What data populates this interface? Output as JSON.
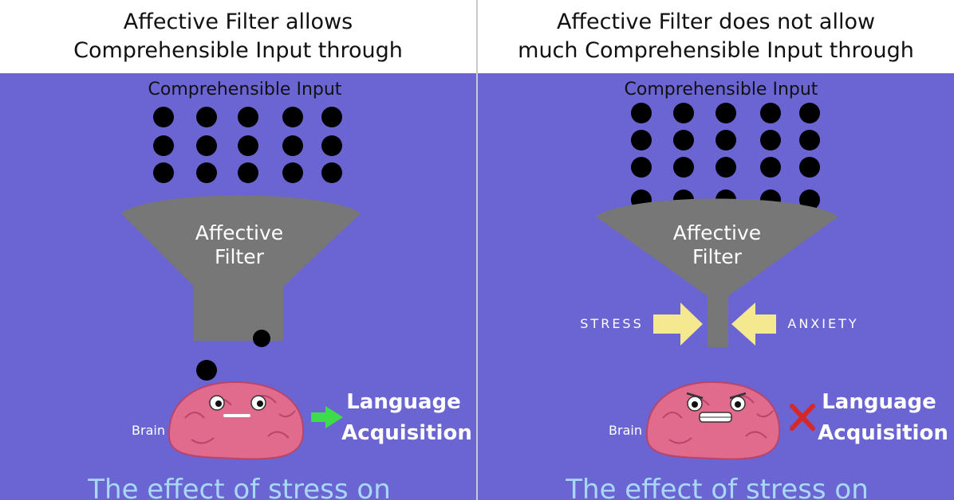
{
  "colors": {
    "background": "#6b64d3",
    "header_bg": "#ffffff",
    "funnel": "#777777",
    "dot": "#000000",
    "arrow_green": "#3ddc4a",
    "cross_red": "#d62828",
    "pressure_arrow": "#f4e98f",
    "bottom_caption": "#a9d8f5",
    "brain": "#e06b8c"
  },
  "panels": [
    {
      "header": [
        "Affective Filter allows",
        "Comprehensible Input through"
      ],
      "input_label": "Comprehensible Input",
      "filter_label": [
        "Affective",
        "Filter"
      ],
      "brain_label": "Brain",
      "result": [
        "Language",
        "Acquisition"
      ],
      "result_icon": "green-arrow-icon",
      "caption": "The effect of stress on"
    },
    {
      "header": [
        "Affective Filter does not allow",
        "much Comprehensible Input through"
      ],
      "input_label": "Comprehensible Input",
      "filter_label": [
        "Affective",
        "Filter"
      ],
      "pressure_left": "STRESS",
      "pressure_right": "ANXIETY",
      "brain_label": "Brain",
      "result": [
        "Language",
        "Acquisition"
      ],
      "result_icon": "red-cross-icon",
      "caption": "The effect of stress on"
    }
  ]
}
